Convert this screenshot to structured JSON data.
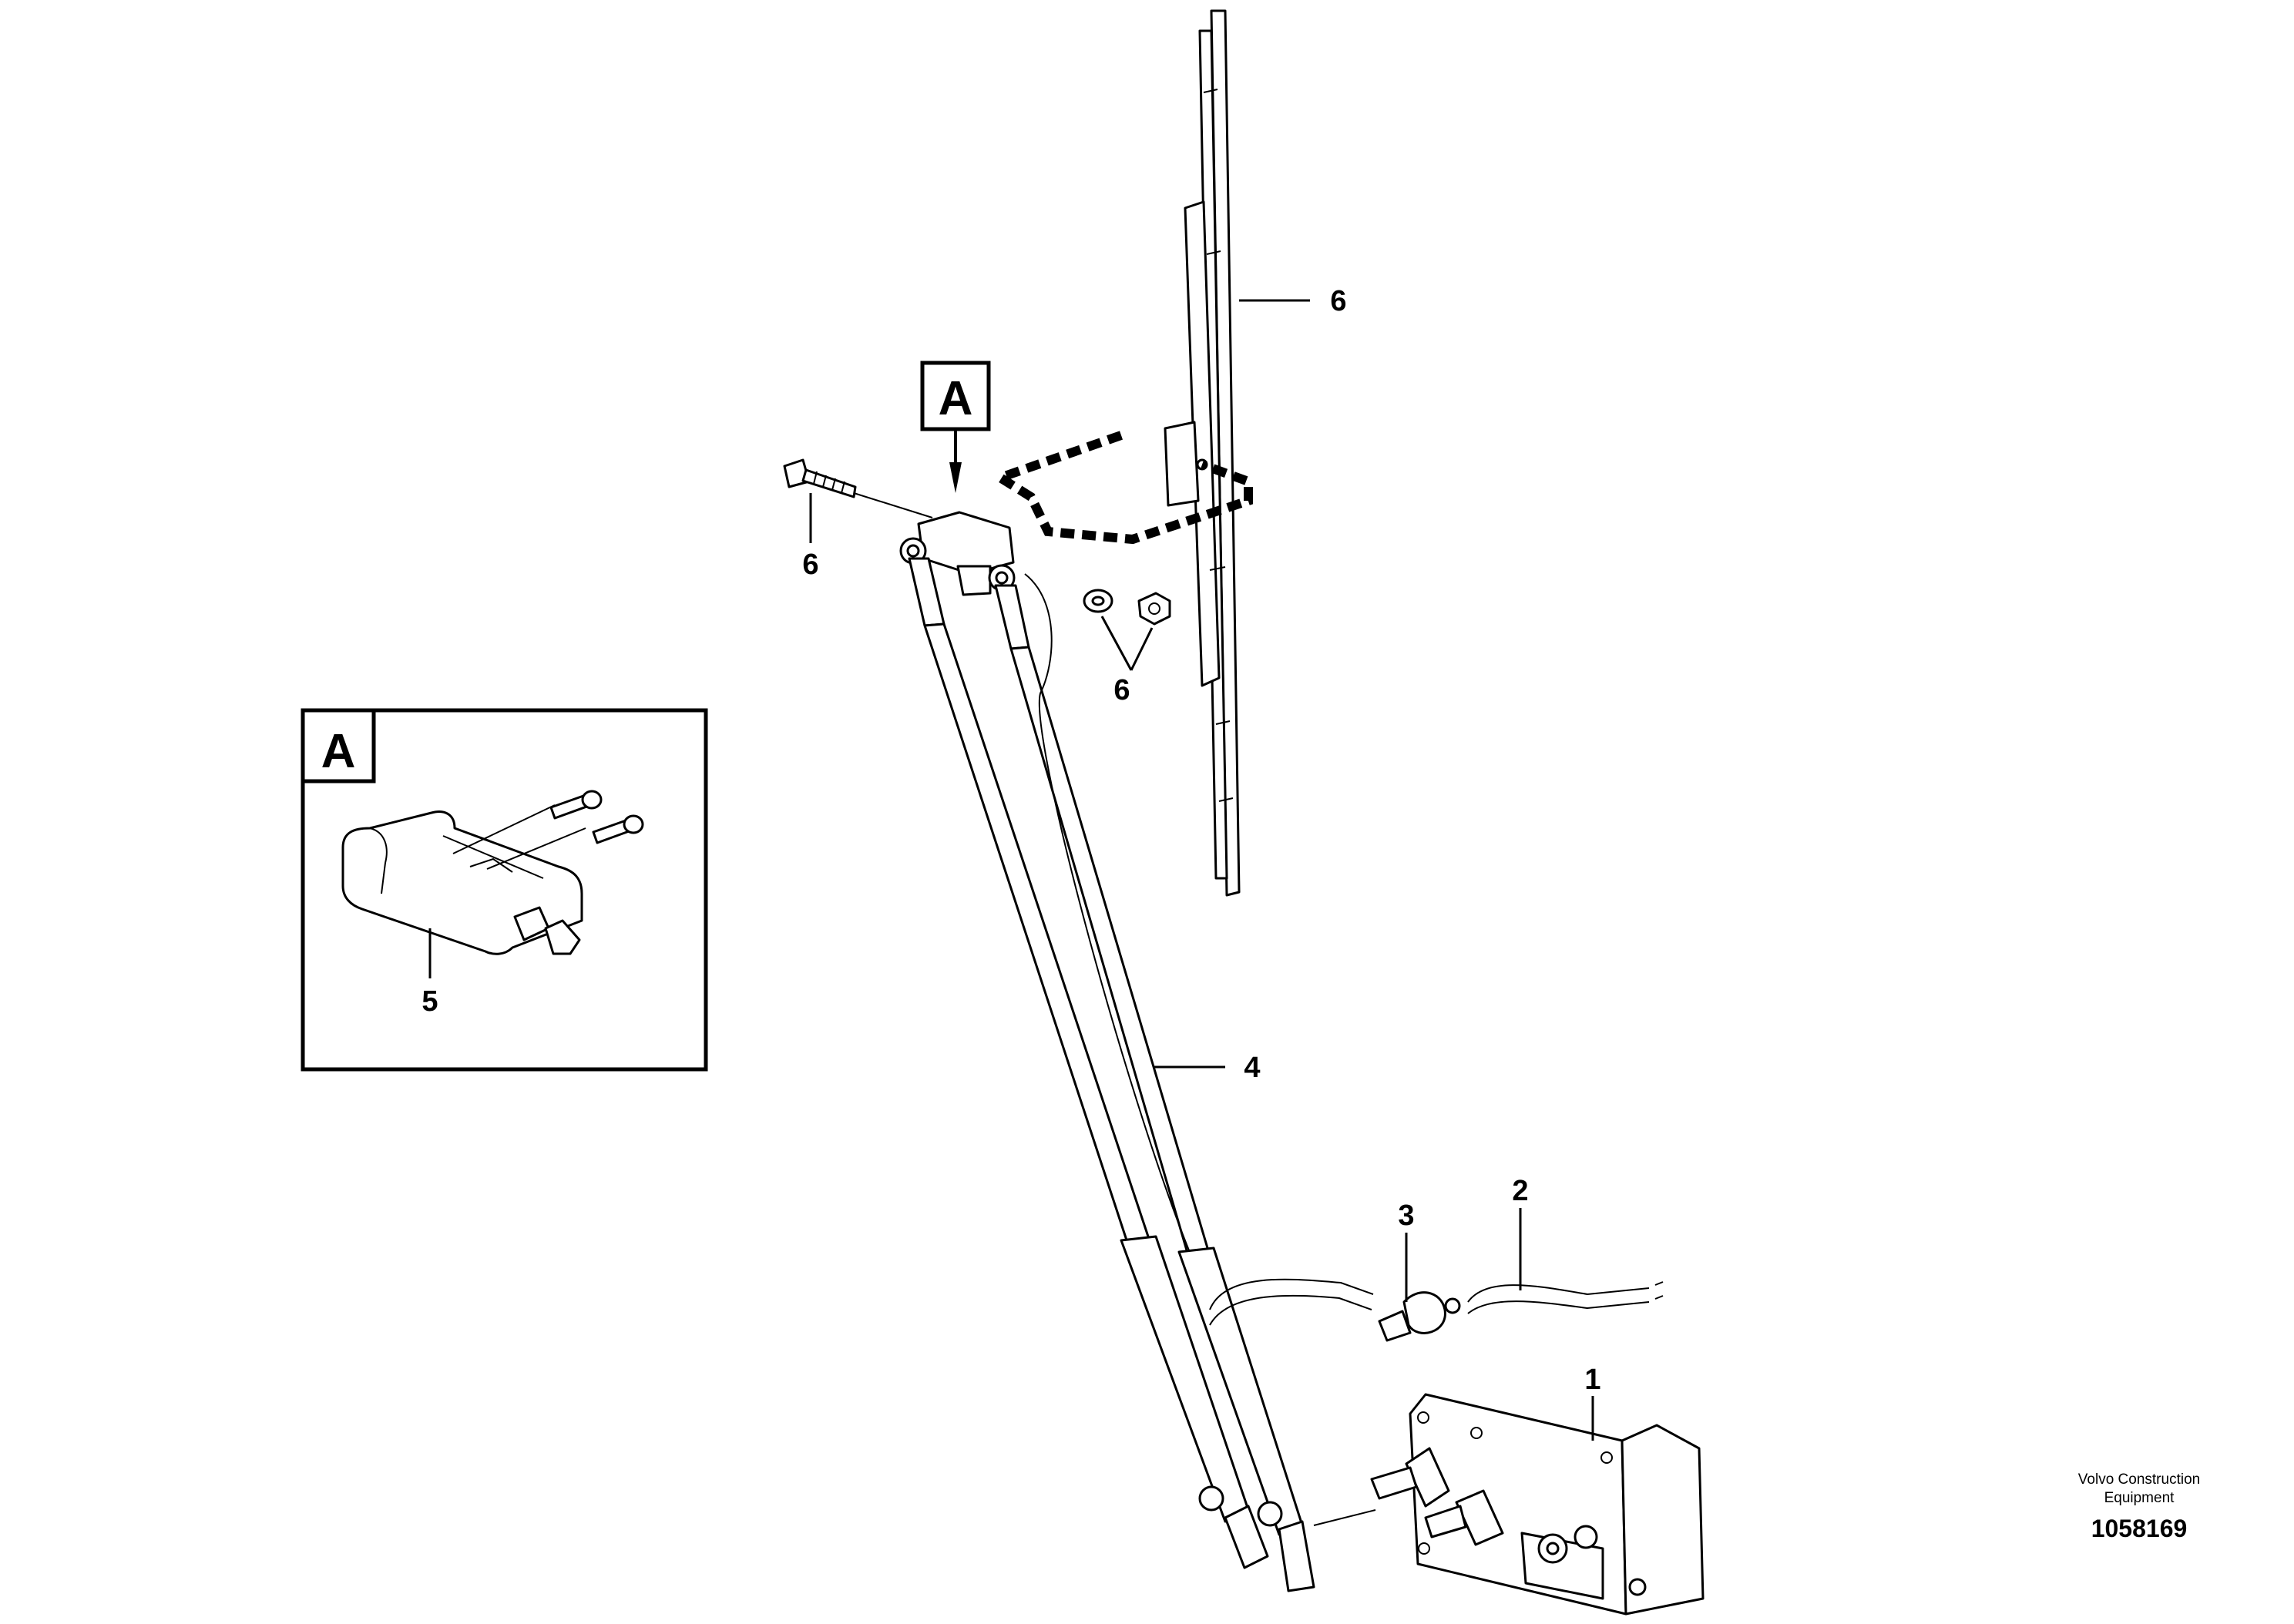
{
  "diagram": {
    "view_labels": {
      "detail_ref": "A",
      "detail_box": "A"
    },
    "callouts": [
      {
        "id": "wiper-blade",
        "label": "6"
      },
      {
        "id": "bolt",
        "label": "6"
      },
      {
        "id": "washer-nut",
        "label": "6"
      },
      {
        "id": "wiper-arm",
        "label": "4"
      },
      {
        "id": "hose-connector",
        "label": "3"
      },
      {
        "id": "washer-hose",
        "label": "2"
      },
      {
        "id": "wiper-motor",
        "label": "1"
      },
      {
        "id": "washer-nozzle",
        "label": "5"
      }
    ],
    "credit": {
      "line1": "Volvo Construction",
      "line2": "Equipment"
    },
    "document_number": "1058169"
  }
}
